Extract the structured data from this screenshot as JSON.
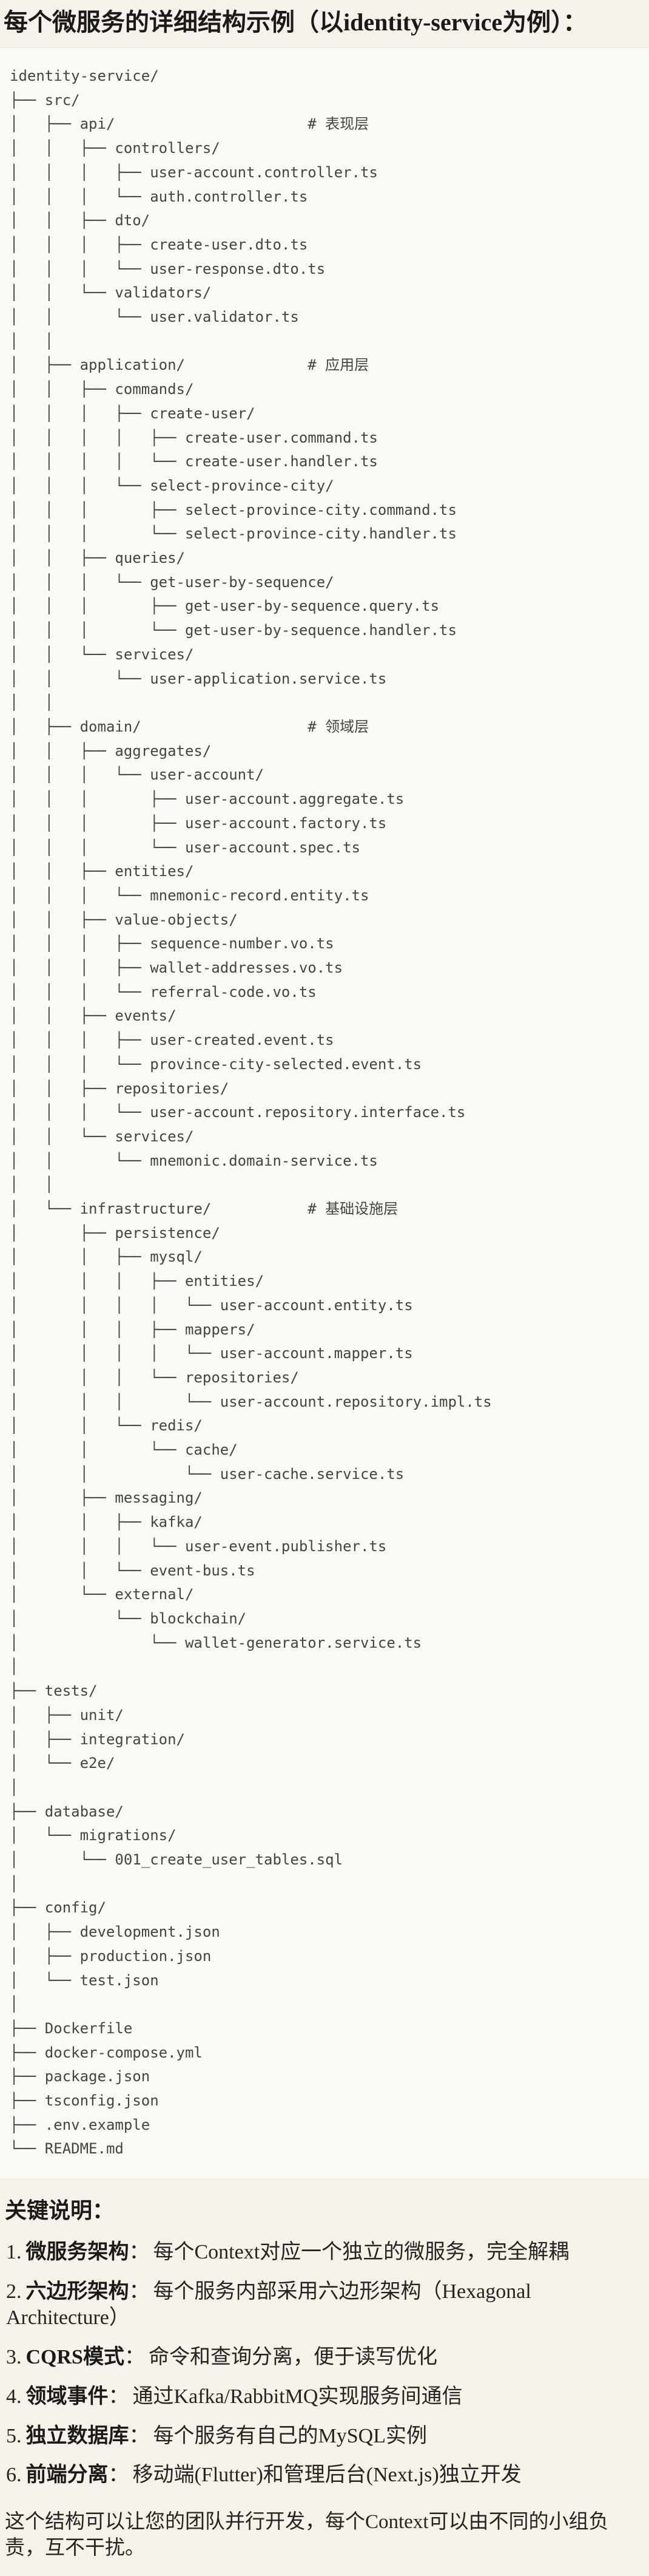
{
  "title": "每个微服务的详细结构示例（以identity-service为例）：",
  "tree": {
    "lines": [
      "identity-service/",
      "├── src/",
      "│   ├── api/                      # 表现层",
      "│   │   ├── controllers/",
      "│   │   │   ├── user-account.controller.ts",
      "│   │   │   └── auth.controller.ts",
      "│   │   ├── dto/",
      "│   │   │   ├── create-user.dto.ts",
      "│   │   │   └── user-response.dto.ts",
      "│   │   └── validators/",
      "│   │       └── user.validator.ts",
      "│   │",
      "│   ├── application/              # 应用层",
      "│   │   ├── commands/",
      "│   │   │   ├── create-user/",
      "│   │   │   │   ├── create-user.command.ts",
      "│   │   │   │   └── create-user.handler.ts",
      "│   │   │   └── select-province-city/",
      "│   │   │       ├── select-province-city.command.ts",
      "│   │   │       └── select-province-city.handler.ts",
      "│   │   ├── queries/",
      "│   │   │   └── get-user-by-sequence/",
      "│   │   │       ├── get-user-by-sequence.query.ts",
      "│   │   │       └── get-user-by-sequence.handler.ts",
      "│   │   └── services/",
      "│   │       └── user-application.service.ts",
      "│   │",
      "│   ├── domain/                   # 领域层",
      "│   │   ├── aggregates/",
      "│   │   │   └── user-account/",
      "│   │   │       ├── user-account.aggregate.ts",
      "│   │   │       ├── user-account.factory.ts",
      "│   │   │       └── user-account.spec.ts",
      "│   │   ├── entities/",
      "│   │   │   └── mnemonic-record.entity.ts",
      "│   │   ├── value-objects/",
      "│   │   │   ├── sequence-number.vo.ts",
      "│   │   │   ├── wallet-addresses.vo.ts",
      "│   │   │   └── referral-code.vo.ts",
      "│   │   ├── events/",
      "│   │   │   ├── user-created.event.ts",
      "│   │   │   └── province-city-selected.event.ts",
      "│   │   ├── repositories/",
      "│   │   │   └── user-account.repository.interface.ts",
      "│   │   └── services/",
      "│   │       └── mnemonic.domain-service.ts",
      "│   │",
      "│   └── infrastructure/           # 基础设施层",
      "│       ├── persistence/",
      "│       │   ├── mysql/",
      "│       │   │   ├── entities/",
      "│       │   │   │   └── user-account.entity.ts",
      "│       │   │   ├── mappers/",
      "│       │   │   │   └── user-account.mapper.ts",
      "│       │   │   └── repositories/",
      "│       │   │       └── user-account.repository.impl.ts",
      "│       │   └── redis/",
      "│       │       └── cache/",
      "│       │           └── user-cache.service.ts",
      "│       ├── messaging/",
      "│       │   ├── kafka/",
      "│       │   │   └── user-event.publisher.ts",
      "│       │   └── event-bus.ts",
      "│       └── external/",
      "│           └── blockchain/",
      "│               └── wallet-generator.service.ts",
      "│",
      "├── tests/",
      "│   ├── unit/",
      "│   ├── integration/",
      "│   └── e2e/",
      "│",
      "├── database/",
      "│   └── migrations/",
      "│       └── 001_create_user_tables.sql",
      "│",
      "├── config/",
      "│   ├── development.json",
      "│   ├── production.json",
      "│   └── test.json",
      "│",
      "├── Dockerfile",
      "├── docker-compose.yml",
      "├── package.json",
      "├── tsconfig.json",
      "├── .env.example",
      "└── README.md"
    ]
  },
  "notes": {
    "heading": "关键说明：",
    "separator": "：",
    "items": [
      {
        "num": "1.",
        "label": "微服务架构",
        "text": "每个Context对应一个独立的微服务，完全解耦"
      },
      {
        "num": "2.",
        "label": "六边形架构",
        "text": "每个服务内部采用六边形架构（Hexagonal Architecture）"
      },
      {
        "num": "3.",
        "label": "CQRS模式",
        "text": "命令和查询分离，便于读写优化"
      },
      {
        "num": "4.",
        "label": "领域事件",
        "text": "通过Kafka/RabbitMQ实现服务间通信"
      },
      {
        "num": "5.",
        "label": "独立数据库",
        "text": "每个服务有自己的MySQL实例"
      },
      {
        "num": "6.",
        "label": "前端分离",
        "text": "移动端(Flutter)和管理后台(Next.js)独立开发"
      }
    ],
    "footer": "这个结构可以让您的团队并行开发，每个Context可以由不同的小组负责，互不干扰。"
  },
  "colors": {
    "page_bg": "#F4F2EB",
    "code_bg": "#FAF9F3",
    "border": "#E7E4D9",
    "code_text": "#454441",
    "heading_text": "#1C1A16",
    "body_text": "#26241F"
  }
}
